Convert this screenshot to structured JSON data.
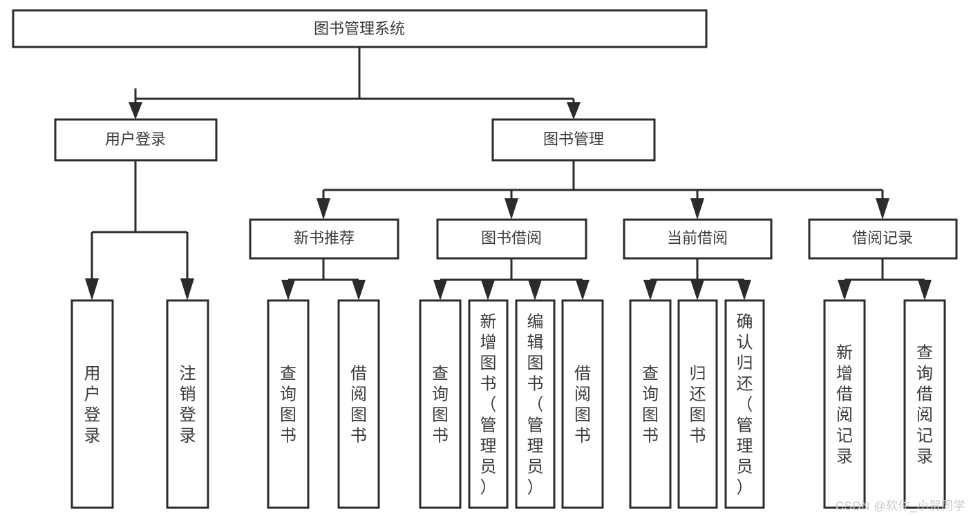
{
  "diagram": {
    "type": "hierarchy-tree",
    "title": "图书管理系统",
    "watermark": "CSDN @软件_小贺同学",
    "colors": {
      "box_stroke": "#2b2b2b",
      "box_fill": "#ffffff",
      "text": "#3b3b3b",
      "connector": "#2b2b2b",
      "background": "#ffffff",
      "watermark": "#c9c9c9"
    },
    "levels": {
      "root": {
        "label": "图书管理系统",
        "orientation": "horizontal"
      },
      "level2": [
        {
          "label": "用户登录",
          "orientation": "horizontal"
        },
        {
          "label": "图书管理",
          "orientation": "horizontal"
        }
      ],
      "level3": [
        {
          "label": "新书推荐",
          "orientation": "horizontal"
        },
        {
          "label": "图书借阅",
          "orientation": "horizontal"
        },
        {
          "label": "当前借阅",
          "orientation": "horizontal"
        },
        {
          "label": "借阅记录",
          "orientation": "horizontal"
        }
      ],
      "leaves": [
        {
          "label": "用户登录",
          "orientation": "vertical",
          "parent": "用户登录"
        },
        {
          "label": "注销登录",
          "orientation": "vertical",
          "parent": "用户登录"
        },
        {
          "label": "查询图书",
          "orientation": "vertical",
          "parent": "新书推荐"
        },
        {
          "label": "借阅图书",
          "orientation": "vertical",
          "parent": "新书推荐"
        },
        {
          "label": "查询图书",
          "orientation": "vertical",
          "parent": "图书借阅"
        },
        {
          "label": "新增图书（管理员）",
          "orientation": "vertical",
          "parent": "图书借阅"
        },
        {
          "label": "编辑图书（管理员）",
          "orientation": "vertical",
          "parent": "图书借阅"
        },
        {
          "label": "借阅图书",
          "orientation": "vertical",
          "parent": "图书借阅"
        },
        {
          "label": "查询图书",
          "orientation": "vertical",
          "parent": "当前借阅"
        },
        {
          "label": "归还图书",
          "orientation": "vertical",
          "parent": "当前借阅"
        },
        {
          "label": "确认归还（管理员）",
          "orientation": "vertical",
          "parent": "当前借阅"
        },
        {
          "label": "新增借阅记录",
          "orientation": "vertical",
          "parent": "借阅记录"
        },
        {
          "label": "查询借阅记录",
          "orientation": "vertical",
          "parent": "借阅记录"
        }
      ]
    }
  }
}
